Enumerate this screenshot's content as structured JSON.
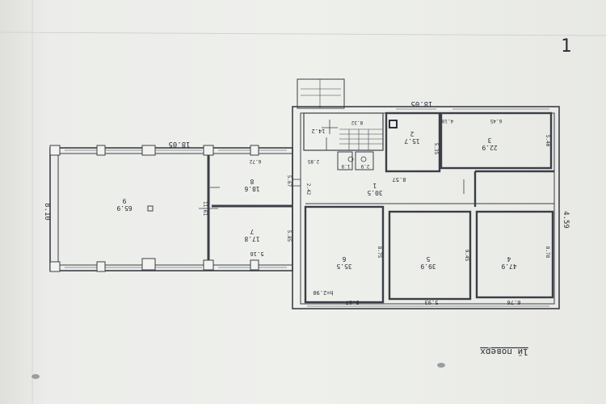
{
  "page_marker": "1",
  "footer_caption": "1й поверх",
  "labels": {
    "dim_top_right": "18.05",
    "dim_top_left": "18.05",
    "dim_left_height": "8.10",
    "dim_right_height": "4.59",
    "dim_bottom_left": "5.16",
    "dim_bottom_mid": "5.87",
    "dim_bottom_mid2": "5.93",
    "dim_bottom_right": "6.76",
    "dim_corridor": "8.57",
    "room_1_number": "1",
    "room_1_area": "30.5",
    "room_2_number": "2",
    "room_2_area": "15.7",
    "room_3_number": "3",
    "room_3_area": "22.9",
    "room_4_number": "4",
    "room_4_area": "47.9",
    "room_5_number": "5",
    "room_5_area": "39.9",
    "room_6_number": "6",
    "room_6_area": "35.5",
    "room_7_number": "7",
    "room_7_area": "17.8",
    "room_8_number": "8",
    "room_8_area": "18.6",
    "room_9_number": "9",
    "room_9_area": "65.9",
    "stair_area": "14.2",
    "wc_a": "1.9",
    "wc_b": "2.9",
    "height_mark": "h=2.90",
    "dim_room3_w": "6.45",
    "dim_room3_h": "5.40",
    "dim_room4_h": "8.78",
    "dim_room5_h": "9.45",
    "dim_room6_h": "8.75",
    "dim_room8_w": "6.72",
    "dim_room8_h": "5.67",
    "dim_room7_h": "5.85",
    "dim_room9_h": "11.61",
    "dim_room2_h": "5.35",
    "dim_stair_w": "8.32",
    "dim_corr_w": "4.10",
    "dim_corr_h": "2.42",
    "dim_room1_w": "2.85"
  }
}
